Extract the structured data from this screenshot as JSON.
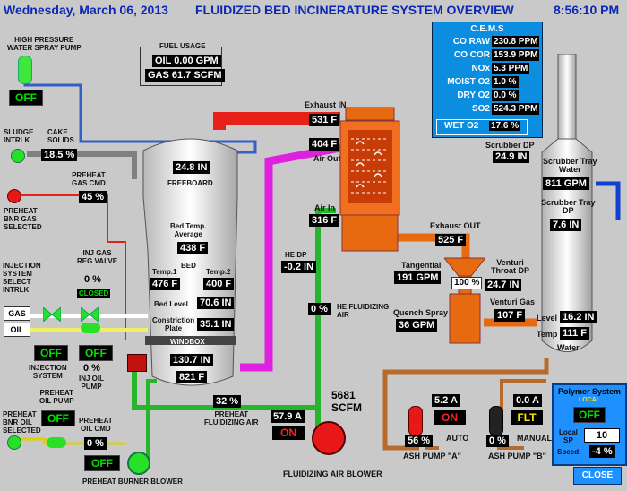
{
  "header": {
    "date": "Wednesday, March 06, 2013",
    "title": "FLUIDIZED BED INCINERATURE SYSTEM OVERVIEW",
    "time": "8:56:10 PM"
  },
  "high_pressure_pump": {
    "label": "HIGH PRESSURE\nWATER SPRAY PUMP",
    "status": "OFF"
  },
  "fuel_usage": {
    "title": "FUEL USAGE",
    "oil": "OIL 0.00 GPM",
    "gas": "GAS 61.7 SCFM"
  },
  "sludge": {
    "label": "SLUDGE\nINTRLK",
    "cake_label": "CAKE\nSOLIDS",
    "cake_value": "18.5 %"
  },
  "preheat_gas_cmd": {
    "label": "PREHEAT\nGAS CMD",
    "value": "45 %"
  },
  "preheat_bnr_gas": {
    "label": "PREHEAT\nBNR GAS\nSELECTED"
  },
  "injection_select": {
    "label": "INJECTION\nSYSTEM\nSELECT\nINTRLK",
    "gas": "GAS",
    "oil": "OIL"
  },
  "inj_gas_valve": {
    "label": "INJ GAS\nREG VALVE",
    "value": "0 %",
    "status": "CLOSED"
  },
  "injection_system": {
    "status": "OFF",
    "label": "INJECTION\nSYSTEM"
  },
  "inj_oil_pump": {
    "status": "OFF",
    "value": "0 %",
    "label": "INJ OIL\nPUMP"
  },
  "preheat_oil_pump": {
    "label": "PREHEAT\nOIL PUMP",
    "status": "OFF"
  },
  "preheat_oil_cmd": {
    "label": "PREHEAT\nOIL CMD",
    "value": "0 %"
  },
  "preheat_bnr_oil": {
    "label": "PREHEAT\nBNR OIL\nSELECTED"
  },
  "preheat_burner_blower": {
    "status": "OFF",
    "label": "PREHEAT BURNER BLOWER"
  },
  "incinerator": {
    "freeboard_value": "24.8 IN",
    "freeboard_label": "FREEBOARD",
    "bed_temp_avg_label": "Bed Temp.\nAverage",
    "bed_temp_avg": "438 F",
    "bed_label": "BED",
    "temp1_label": "Temp.1",
    "temp1": "476 F",
    "temp2_label": "Temp.2",
    "temp2": "400 F",
    "bed_level_label": "Bed Level",
    "bed_level": "70.6 IN",
    "constriction_label": "Constriction\nPlate",
    "constriction": "35.1 IN",
    "windbox_label": "WINDBOX",
    "windbox_pressure": "130.7 IN",
    "windbox_temp": "821 F"
  },
  "preheat_fluidizing_air": {
    "value": "32 %",
    "label": "PREHEAT\nFLUIDIZING AIR"
  },
  "exhaust_in": {
    "label": "Exhaust IN",
    "value": "531 F"
  },
  "air_out": {
    "value": "404 F",
    "label": "Air Out"
  },
  "air_in": {
    "label": "Air In",
    "value": "316 F"
  },
  "he_dp": {
    "label": "HE DP",
    "value": "-0.2 IN"
  },
  "he_fluidizing_air": {
    "value": "0 %",
    "label": "HE FLUIDIZING\nAIR"
  },
  "exhaust_out": {
    "label": "Exhaust OUT",
    "value": "525 F"
  },
  "tangential": {
    "label": "Tangential",
    "value": "191 GPM"
  },
  "venturi_valve": {
    "value": "100 %"
  },
  "venturi_throat_dp": {
    "label": "Venturi\nThroat DP",
    "value": "24.7 IN"
  },
  "quench_spray": {
    "label": "Quench Spray",
    "value": "36 GPM"
  },
  "venturi_gas": {
    "label": "Venturi Gas",
    "value": "107 F"
  },
  "fluidizing_blower": {
    "amps": "57.9 A",
    "status": "ON",
    "scfm_value": "5681",
    "scfm_unit": "SCFM",
    "label": "FLUIDIZING AIR BLOWER"
  },
  "scrubber": {
    "dp_label": "Scrubber DP",
    "dp_value": "24.9 IN",
    "tray_water_label": "Scrubber Tray\nWater",
    "tray_water": "811 GPM",
    "tray_dp_label": "Scrubber Tray\nDP",
    "tray_dp": "7.6 IN",
    "level_label": "Level",
    "level": "16.2 IN",
    "temp_label": "Temp",
    "temp": "111 F",
    "water_label": "Water"
  },
  "cems": {
    "title": "C.E.M.S",
    "rows": [
      {
        "label": "CO RAW",
        "value": "230.8 PPM"
      },
      {
        "label": "CO COR",
        "value": "153.9 PPM"
      },
      {
        "label": "NOx",
        "value": "5.3 PPM"
      },
      {
        "label": "MOIST O2",
        "value": "1.0 %"
      },
      {
        "label": "DRY O2",
        "value": "0.0 %"
      },
      {
        "label": "SO2",
        "value": "524.3 PPM"
      }
    ],
    "wet_o2_label": "WET O2",
    "wet_o2": "17.6 %"
  },
  "ash_pump_a": {
    "amps": "5.2 A",
    "status": "ON",
    "mode": "AUTO",
    "speed": "56 %",
    "label": "ASH PUMP \"A\""
  },
  "ash_pump_b": {
    "amps": "0.0 A",
    "status": "FLT",
    "mode": "MANUAL",
    "speed": "0 %",
    "label": "ASH PUMP \"B\""
  },
  "polymer_system": {
    "title": "Polymer System",
    "mode": "LOCAL",
    "status": "OFF",
    "local_sp_label": "Local\nSP",
    "local_sp": "10",
    "speed_label": "Speed:",
    "speed": "-4 %"
  },
  "close_button": {
    "label": "CLOSE"
  },
  "colors": {
    "background": "#c9c9c9",
    "title_blue": "#0b28b5",
    "cems_blue": "#0b8de0",
    "pipe_red": "#e8201a",
    "pipe_magenta": "#e020e0",
    "pipe_green": "#26b52b",
    "pipe_orange": "#e86a10",
    "pipe_brown": "#b86a2a"
  }
}
